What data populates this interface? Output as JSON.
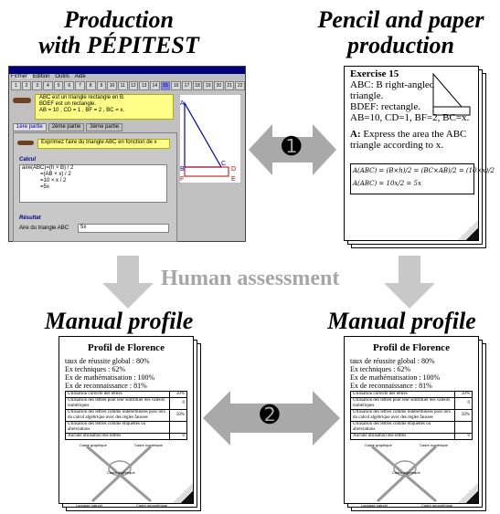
{
  "titles": {
    "left_top": [
      "Production",
      "with PÉPITEST"
    ],
    "right_top": [
      "Pencil and paper",
      "production"
    ],
    "human_assessment": "Human assessment",
    "left_bottom": "Manual profile",
    "right_bottom": "Manual profile"
  },
  "arrows": {
    "top_number": "➊",
    "bottom_number": "➋"
  },
  "software": {
    "title": "PépiTest",
    "menu": [
      "Fichier",
      "Édition",
      "Outils",
      "Aide"
    ],
    "tabs": [
      "1ère partie",
      "2ème partie",
      "3ème partie"
    ],
    "statement": [
      "ABC est un triangle rectangle en B.",
      "BDEF est un rectangle.",
      "AB = 10 , CD = 1 , BF = 2 , BC = x."
    ],
    "question": "Exprimez l'aire du triangle ABC en fonction de x",
    "calcul_label": "Calcul",
    "calcul_lines": [
      "aire(ABC)=(h × B) / 2",
      "=(AB × x) / 2",
      "=10 × x / 2",
      "=5x"
    ],
    "resultat_label": "Résultat",
    "resultat_field_label": "Aire du triangle ABC",
    "resultat_value": "5x",
    "figure_labels": [
      "A",
      "B",
      "C",
      "D",
      "E",
      "F"
    ]
  },
  "paper": {
    "exercise": "Exercise 15",
    "lines": [
      "ABC: B right-angled",
      "triangle.",
      "BDEF: rectangle.",
      "AB=10, CD=1, BF=2, BC=x."
    ],
    "question_label": "A:",
    "question": "Express the area the ABC triangle according to x.",
    "handwriting": [
      "A(ABC) = (B×h)/2 = (BC×AB)/2 = (10×x)/2",
      "A(ABC) = 10x/2 = 5x"
    ]
  },
  "profile": {
    "title": "Profil de Florence",
    "stats": [
      "taux de réussite global : 80%",
      "Ex techniques : 62%",
      "Ex de mathématisation : 100%",
      "Ex de reconnaissance : 81%"
    ],
    "table": [
      [
        "Utilisation correcte des lettres",
        "50%"
      ],
      [
        "Utilisation des lettres pour leur substituer des valeurs numériques",
        "0"
      ],
      [
        "Utilisation des lettres comme indéterminées pour lors du calcul algébrique avec des règles fausses",
        "50%"
      ],
      [
        "Utilisation des lettres comme étiquettes ou abréviations",
        ""
      ],
      [
        "Aucune utilisation des lettres",
        "0"
      ]
    ],
    "diagram_labels": [
      "Cadre graphique",
      "Cadre numérique",
      "Cadre algébrique",
      "Langage naturel",
      "Cadre géométrique"
    ]
  }
}
